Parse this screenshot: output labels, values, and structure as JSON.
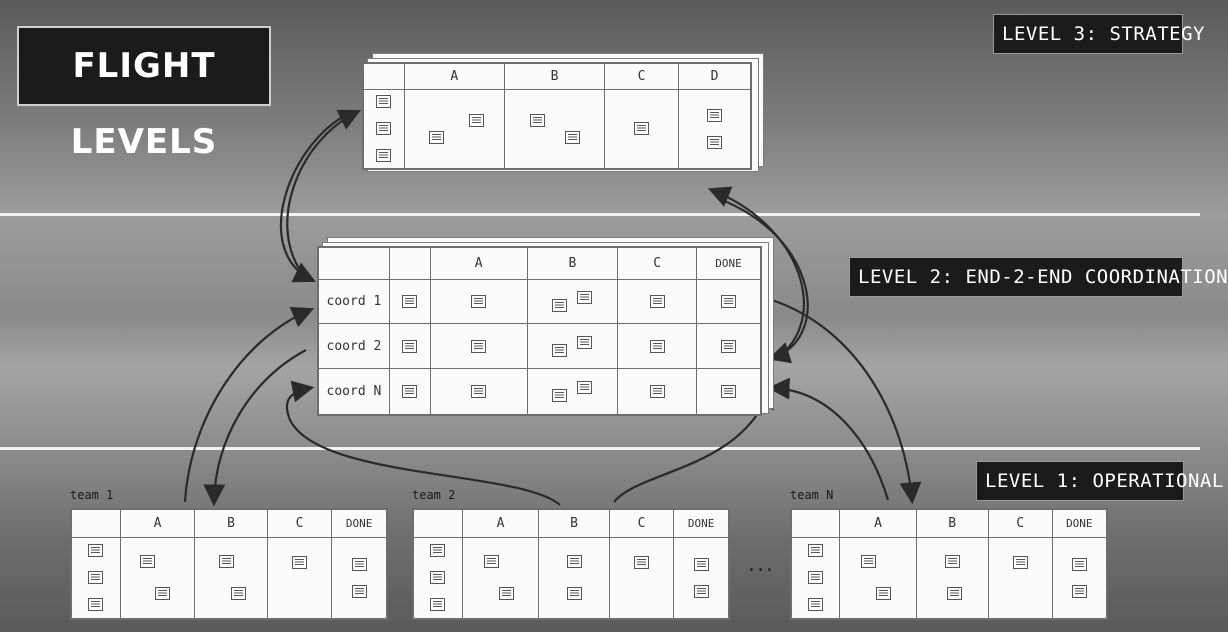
{
  "title": "FLIGHT LEVELS",
  "levels": {
    "level3": "LEVEL 3: STRATEGY",
    "level2": "LEVEL 2: END-2-END COORDINATION",
    "level1": "LEVEL 1: OPERATIONAL"
  },
  "strategy_board": {
    "columns": [
      "A",
      "B",
      "C",
      "D"
    ]
  },
  "coordination_board": {
    "columns": [
      "A",
      "B",
      "C",
      "DONE"
    ],
    "rows": [
      "coord 1",
      "coord 2",
      "coord N"
    ]
  },
  "team_boards": [
    {
      "label": "team 1",
      "columns": [
        "A",
        "B",
        "C",
        "DONE"
      ]
    },
    {
      "label": "team 2",
      "columns": [
        "A",
        "B",
        "C",
        "DONE"
      ]
    },
    {
      "label": "team N",
      "columns": [
        "A",
        "B",
        "C",
        "DONE"
      ]
    }
  ],
  "ellipsis": "...",
  "colors": {
    "lane_line": "#f2f2f2",
    "label_bg": "#1b1b1b",
    "board_bg": "#fbfbfb",
    "arrow": "#2a2a2a"
  },
  "icons": [
    "sticky-note-icon",
    "arrow-icon"
  ]
}
